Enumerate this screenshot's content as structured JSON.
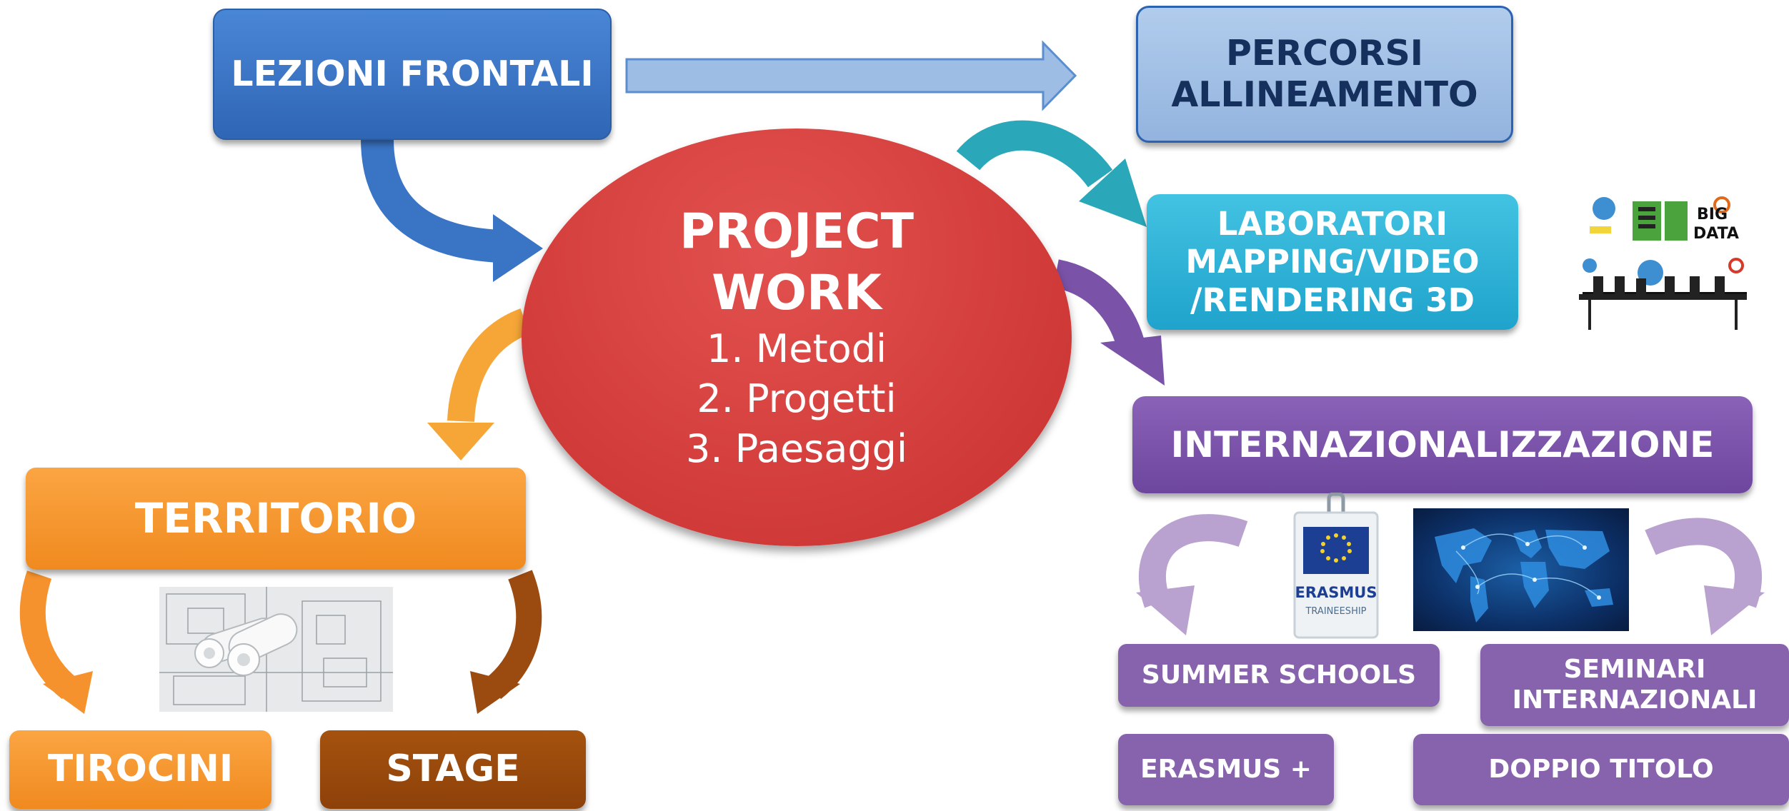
{
  "center": {
    "title_line1": "PROJECT",
    "title_line2": "WORK",
    "items": [
      "1. Metodi",
      "2. Progetti",
      "3. Paesaggi"
    ]
  },
  "boxes": {
    "lezioni": "LEZIONI FRONTALI",
    "percorsi": [
      "PERCORSI",
      "ALLINEAMENTO"
    ],
    "laboratori": [
      "LABORATORI",
      "MAPPING/VIDEO",
      "/RENDERING 3D"
    ],
    "internazionalizzazione": "INTERNAZIONALIZZAZIONE",
    "territorio": "TERRITORIO",
    "tirocini": "TIROCINI",
    "stage": "STAGE",
    "summer": "SUMMER SCHOOLS",
    "seminari": [
      "SEMINARI",
      "INTERNAZIONALI"
    ],
    "erasmus_plus": "ERASMUS +",
    "doppio": "DOPPIO TITOLO"
  },
  "images": {
    "big_data_text": [
      "BIG",
      "DATA"
    ],
    "erasmus_badge": [
      "ERASMUS",
      "TRAINEESHIP"
    ]
  },
  "colors": {
    "blue": "#3a74c4",
    "light_blue": "#9dbde4",
    "cyan": "#2ab3d8",
    "purple": "#7a52a8",
    "light_purple": "#9f7fbd",
    "orange": "#f6922d",
    "brown": "#9b4a10",
    "red": "#d43f3d"
  }
}
